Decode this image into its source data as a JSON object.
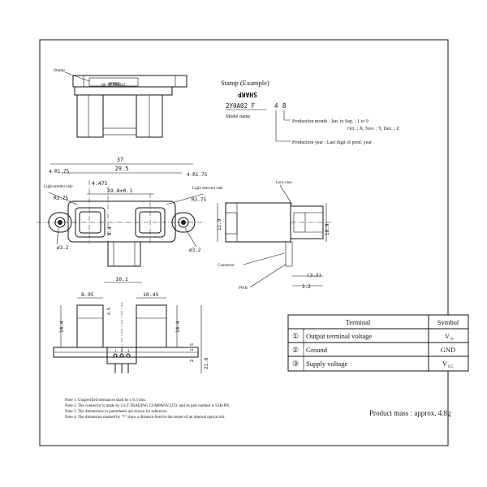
{
  "stamp_label": "Stamp",
  "stamp_example": {
    "title": "Stamp (Example)",
    "brand": "SHARP",
    "code": "2Y0A02 F",
    "year_digit": "4",
    "month_digit": "8",
    "model_name": "Model name",
    "production_month": "Production month : Jan. to Sep. ; 1 to 9",
    "production_month_2": "Oct. ; X, Nov. ; Y, Dec. ; Z",
    "production_year": "Production year : Last digit of prod. year"
  },
  "top_view_stamp": {
    "line1": "SHARP",
    "line2": "2Y0A02 F 48"
  },
  "front_view": {
    "dim_overall": "37",
    "dim_span": "29.5",
    "dim_offset": "4.475",
    "dim_lens": "19.8±0.1",
    "radius_left": "4-R1.75",
    "radius_right": "4-R1.75",
    "light_emitter": "Light emitter side",
    "light_detector": "Light detector side",
    "r_left": "R3.75",
    "r_right": "R3.75",
    "hole_left": "ø3.2",
    "hole_right": "ø3.2",
    "dim_height": "8.4",
    "dim_connector": "10.1"
  },
  "side_view": {
    "lens_case": "Lens case",
    "dim_height": "11.9",
    "dim_body": "18.9",
    "connector": "Connector",
    "pwb": "PWB",
    "dim_paren": "(3.3)",
    "dim_pwb": "1.2"
  },
  "bottom_view": {
    "dim_left": "8.95",
    "dim_right": "10.45",
    "dim_small": "4.5",
    "dim_height_left": "14.4",
    "dim_height_right": "14.4",
    "dim_pitch": "2 - 1.5",
    "dim_total": "21.6",
    "pin1": "1",
    "pin2": "2",
    "pin3": "3"
  },
  "terminal_table": {
    "headers": [
      "Terminal",
      "Symbol"
    ],
    "rows": [
      {
        "no": "①",
        "name": "Output terminal voltage",
        "symbol": "V",
        "sub": "O"
      },
      {
        "no": "②",
        "name": "Ground",
        "symbol": "GND",
        "sub": ""
      },
      {
        "no": "③",
        "name": "Supply voltage",
        "symbol": "V",
        "sub": "CC"
      }
    ]
  },
  "notes": [
    "Note 1. Unspecified tolerances shall be ± 0.3 mm.",
    "Note 2. The connector is made by  J.S.T.TRADING COMPANY,LTD. and its part number is S3B-PH.",
    "Note 3. The dimensions in parenthesis are shown for reference.",
    "Note 4. The dimension marked by \"*\" show a distance from/to the center of an internal optical slit."
  ],
  "product_mass": "Product mass : approx. 4.8g"
}
